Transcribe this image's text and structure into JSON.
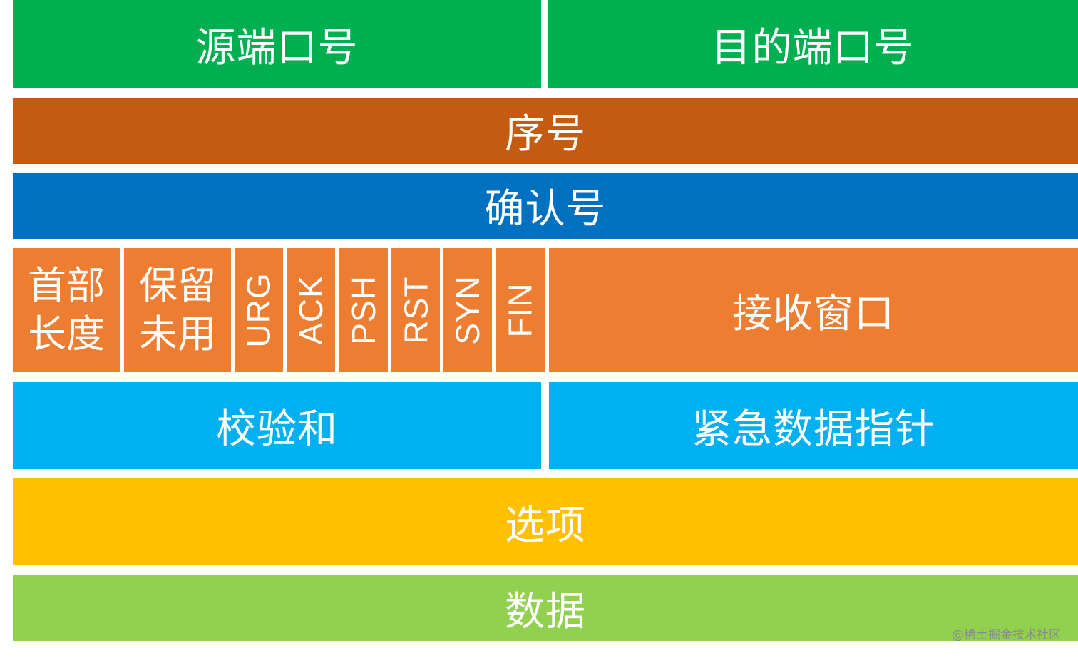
{
  "colors": {
    "port_row": "#00b050",
    "sequence_row": "#c55a11",
    "ack_number_row": "#0070c0",
    "flags_row": "#ed7d31",
    "checksum_row": "#00b0f0",
    "options_row": "#ffc000",
    "data_row": "#92d050",
    "text": "#ffffff"
  },
  "header": {
    "source_port": "源端口号",
    "dest_port": "目的端口号",
    "sequence_number": "序号",
    "ack_number": "确认号",
    "header_length": {
      "line1": "首部",
      "line2": "长度"
    },
    "reserved": {
      "line1": "保留",
      "line2": "未用"
    },
    "flags": [
      "URG",
      "ACK",
      "PSH",
      "RST",
      "SYN",
      "FIN"
    ],
    "receive_window": "接收窗口",
    "checksum": "校验和",
    "urgent_pointer": "紧急数据指针",
    "options": "选项",
    "data": "数据"
  },
  "watermark": "@稀土掘金技术社区"
}
